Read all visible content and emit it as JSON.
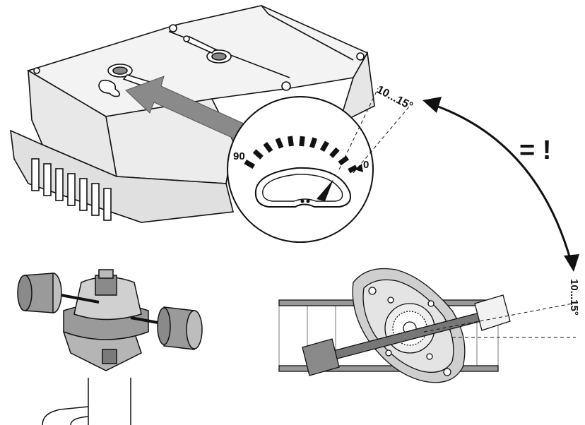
{
  "labels": {
    "scale_max": "90",
    "scale_min": "0",
    "angle_top": "10...15°",
    "angle_right": "10...15°",
    "equal_mark": "= !"
  },
  "colors": {
    "outline": "#111111",
    "body": "#f2f2f2",
    "arrow_gray": "#8a8a8a",
    "cylinder_gray": "#9a9a9a",
    "dark_gray": "#555555"
  }
}
